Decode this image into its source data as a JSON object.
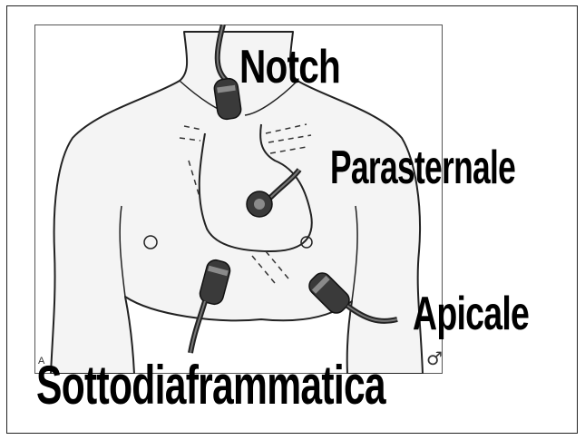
{
  "labels": {
    "notch": "Notch",
    "parasternale": "Parasternale",
    "apicale": "Apicale",
    "sottodiaframmatica": "Sottodiaframmatica"
  },
  "panel_letter": "A",
  "gender_symbol": "♂",
  "icons": {
    "torso": "male-torso-illustration",
    "probe": "ultrasound-probe-icon"
  },
  "colors": {
    "outline": "#222222",
    "probe_body": "#3a3a3a",
    "probe_band": "#8a8a8a",
    "text": "#000000"
  }
}
